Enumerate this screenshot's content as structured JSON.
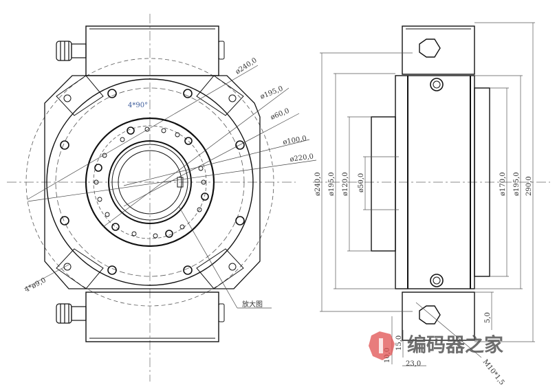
{
  "front_view": {
    "dims": {
      "d240": "ø240,0",
      "d195": "ø195,0",
      "d60": "ø60,0",
      "d100": "ø100,0",
      "d220": "ø220,0",
      "angle": "4*90°",
      "holes": "4*ø9,0",
      "detail": "放大图"
    }
  },
  "side_view": {
    "dims": {
      "d240": "ø240,0",
      "d195a": "ø195,0",
      "d120": "ø120,0",
      "d50": "ø50,0",
      "d170": "ø170,0",
      "d195b": "ø195,0",
      "h290": "290,0",
      "h5": "5,0",
      "h15": "15,0",
      "h10": "10,0",
      "w23": "23,0",
      "thread": "M10*1,5"
    }
  },
  "watermark": {
    "text": "编码器之家",
    "color": "#e05050"
  }
}
